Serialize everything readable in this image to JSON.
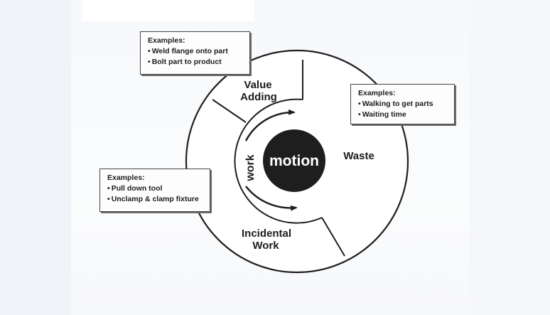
{
  "diagram": {
    "center_label": "motion",
    "inner_ring_label": "work",
    "segments": {
      "value_adding": {
        "line1": "Value",
        "line2": "Adding"
      },
      "waste": {
        "label": "Waste"
      },
      "incidental": {
        "line1": "Incidental",
        "line2": "Work"
      }
    },
    "callouts": {
      "value_adding": {
        "title": "Examples:",
        "items": [
          "Weld flange onto part",
          "Bolt part to product"
        ]
      },
      "waste": {
        "title": "Examples:",
        "items": [
          "Walking to get parts",
          "Waiting time"
        ]
      },
      "incidental": {
        "title": "Examples:",
        "items": [
          "Pull down tool",
          "Unclamp & clamp fixture"
        ]
      }
    },
    "colors": {
      "line": "#1f1f1f",
      "center_fill": "#1e1e1e",
      "center_text": "#ffffff",
      "text": "#1c1c1c"
    }
  }
}
